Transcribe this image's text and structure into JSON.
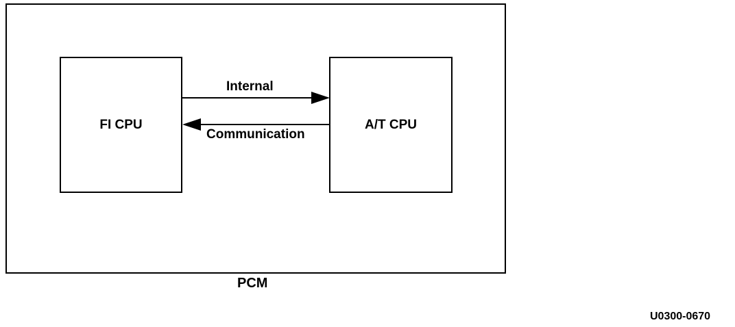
{
  "diagram": {
    "container_label": "PCM",
    "blocks": {
      "fi_cpu": "FI CPU",
      "at_cpu": "A/T CPU"
    },
    "link_labels": {
      "upper": "Internal",
      "lower": "Communication"
    },
    "figure_id": "U0300-0670"
  }
}
